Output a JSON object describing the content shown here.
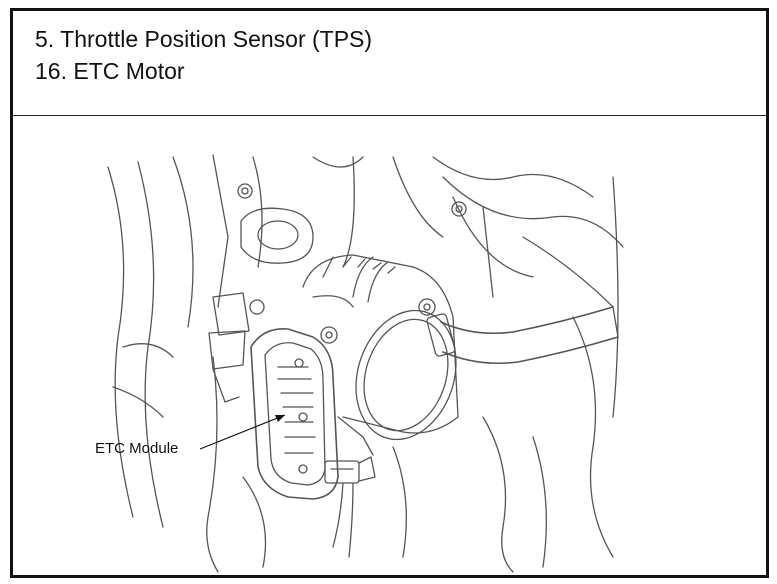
{
  "header": {
    "caption_1": "5. Throttle Position Sensor (TPS)",
    "caption_2": "16. ETC Motor"
  },
  "diagram": {
    "callout_label": "ETC Module"
  }
}
